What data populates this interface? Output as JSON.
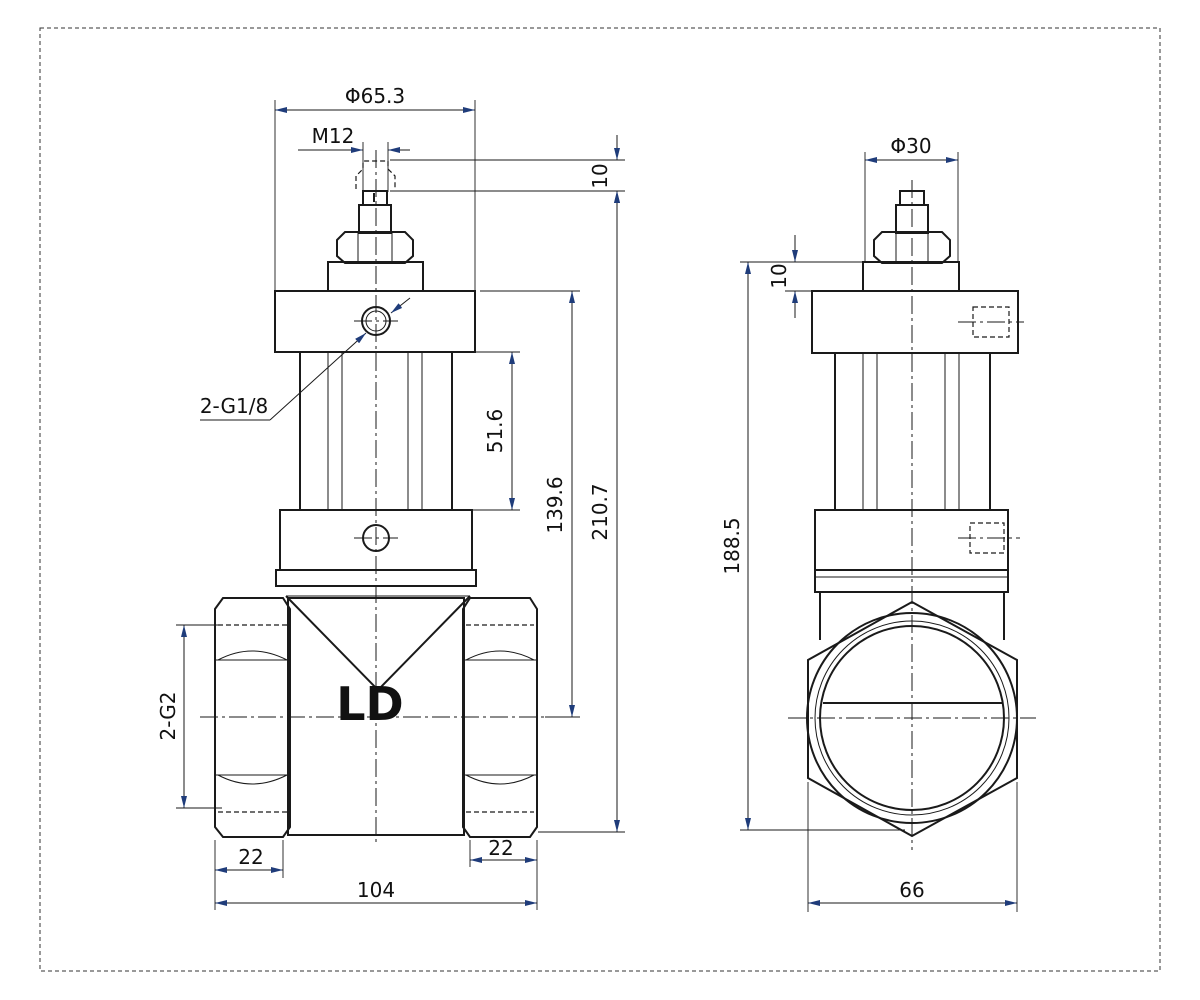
{
  "dimensions": {
    "top_outer_dia": "Φ65.3",
    "stem_thread": "M12",
    "stem_top": "10",
    "port_thread": "2-G1/8",
    "spacer_length": "51.6",
    "inlet_to_top_block": "139.6",
    "overall_height": "210.7",
    "inlet_thread": "2-G2",
    "hex_left": "22",
    "hex_right": "22",
    "body_length": "104",
    "side_top_dia": "Φ30",
    "side_nut_height": "10",
    "side_height": "188.5",
    "side_width": "66"
  },
  "brand": "LD",
  "colors": {
    "line": "#1a1a1a",
    "arrow": "#1f3c7a"
  }
}
